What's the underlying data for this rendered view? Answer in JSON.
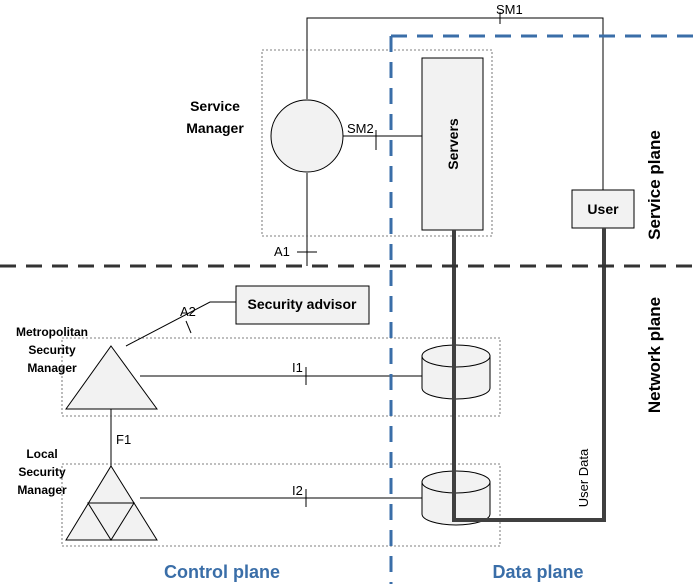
{
  "service_manager": {
    "label_line1": "Service",
    "label_line2": "Manager"
  },
  "metropolitan_security_manager": {
    "label_line1": "Metropolitan",
    "label_line2": "Security",
    "label_line3": "Manager"
  },
  "local_security_manager": {
    "label_line1": "Local",
    "label_line2": "Security",
    "label_line3": "Manager"
  },
  "security_advisor": {
    "label": "Security advisor"
  },
  "servers": {
    "label": "Servers"
  },
  "user": {
    "label": "User"
  },
  "interfaces": {
    "sm1": "SM1",
    "sm2": "SM2",
    "a1": "A1",
    "a2": "A2",
    "i1": "I1",
    "i2": "I2",
    "f1": "F1"
  },
  "user_data_label": "User Data",
  "planes": {
    "service": "Service plane",
    "network": "Network plane",
    "control": "Control plane",
    "data": "Data plane"
  },
  "colors": {
    "plane_divider_blue": "#3a6ea8",
    "plane_divider_dark": "#333333",
    "plane_label_blue": "#3a6ea8",
    "box_fill": "#f2f2f2",
    "data_path": "#404040"
  }
}
